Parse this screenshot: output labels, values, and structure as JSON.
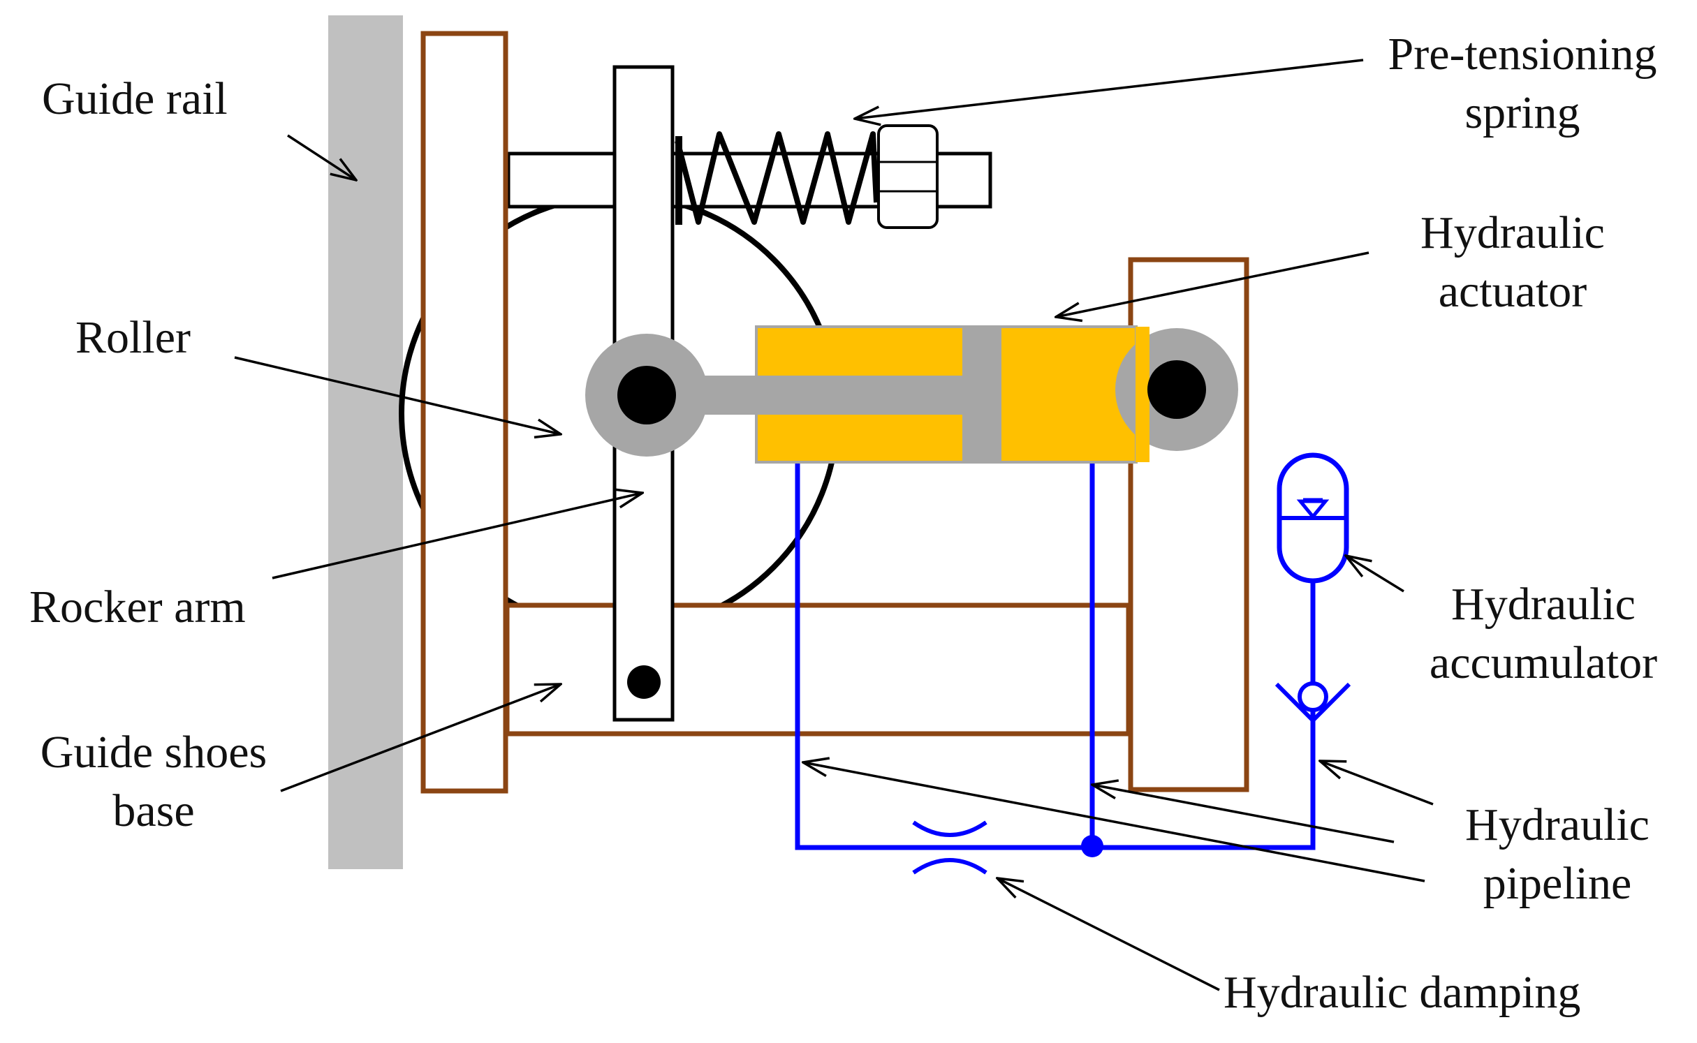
{
  "colors": {
    "rail": "#c0c0c0",
    "frame": "#8b4513",
    "actuator_body": "#ffc000",
    "actuator_parts": "#a6a6a6",
    "hydraulic_line": "#0000ff",
    "outline": "#000000",
    "background": "#ffffff"
  },
  "labels": {
    "guide_rail": "Guide rail",
    "roller": "Roller",
    "rocker_arm": "Rocker arm",
    "guide_shoes_base_1": "Guide shoes",
    "guide_shoes_base_2": "base",
    "pre_tensioning_spring_1": "Pre-tensioning",
    "pre_tensioning_spring_2": "spring",
    "hydraulic_actuator_1": "Hydraulic",
    "hydraulic_actuator_2": "actuator",
    "hydraulic_accumulator_1": "Hydraulic",
    "hydraulic_accumulator_2": "accumulator",
    "hydraulic_pipeline_1": "Hydraulic",
    "hydraulic_pipeline_2": "pipeline",
    "hydraulic_damping": "Hydraulic damping"
  }
}
